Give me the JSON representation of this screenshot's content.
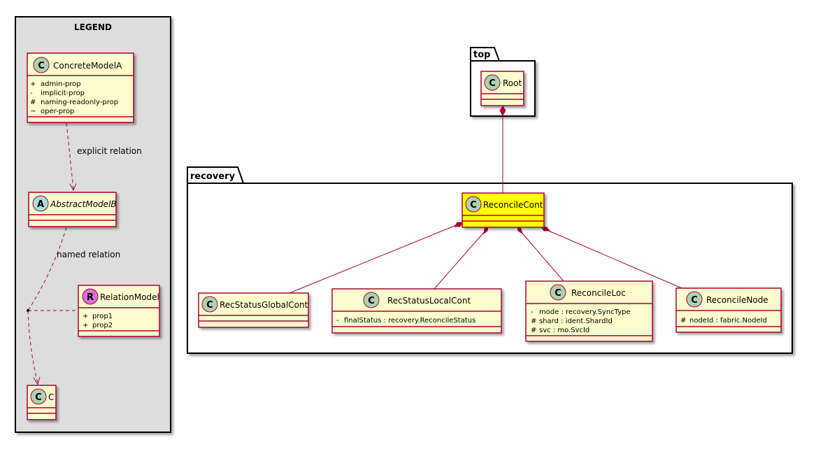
{
  "legend": {
    "title": "LEGEND",
    "concrete": {
      "name": "ConcreteModelA",
      "props": [
        {
          "vis": "+",
          "text": "admin-prop"
        },
        {
          "vis": "-",
          "text": "implicit-prop"
        },
        {
          "vis": "#",
          "text": "naming-readonly-prop"
        },
        {
          "vis": "~",
          "text": "oper-prop"
        }
      ]
    },
    "abstract": {
      "name": "AbstractModelB"
    },
    "relation_model": {
      "name": "RelationModel",
      "props": [
        {
          "vis": "+",
          "text": "prop1"
        },
        {
          "vis": "+",
          "text": "prop2"
        }
      ]
    },
    "class_c": {
      "name": "C"
    },
    "explicit_label": "explicit relation",
    "named_label": "named relation"
  },
  "packages": {
    "top": "top",
    "recovery": "recovery"
  },
  "classes": {
    "root": {
      "name": "Root"
    },
    "reconcile_cont": {
      "name": "ReconcileCont",
      "fill": "#FFFF00"
    },
    "rec_status_global": {
      "name": "RecStatusGlobalCont"
    },
    "rec_status_local": {
      "name": "RecStatusLocalCont",
      "props": [
        {
          "vis": "-",
          "text": "finalStatus : recovery.ReconcileStatus"
        }
      ]
    },
    "reconcile_loc": {
      "name": "ReconcileLoc",
      "props": [
        {
          "vis": "-",
          "text": "mode : recovery.SyncType"
        },
        {
          "vis": "#",
          "text": "shard : ident.ShardId"
        },
        {
          "vis": "#",
          "text": "svc : mo.SvcId"
        }
      ]
    },
    "reconcile_node": {
      "name": "ReconcileNode",
      "props": [
        {
          "vis": "#",
          "text": "nodeId : fabric.NodeId"
        }
      ]
    }
  },
  "stereotype_letters": {
    "class": "C",
    "abstract": "A",
    "relation": "R"
  },
  "colors": {
    "class_fill": "#FEFECE",
    "border": "#A80036",
    "highlight": "#FFFF00",
    "legend_bg": "#DDDDDD",
    "class_circle": "#ADD1B2",
    "abstract_circle": "#A9DCDF",
    "relation_circle": "#DA70D6"
  }
}
